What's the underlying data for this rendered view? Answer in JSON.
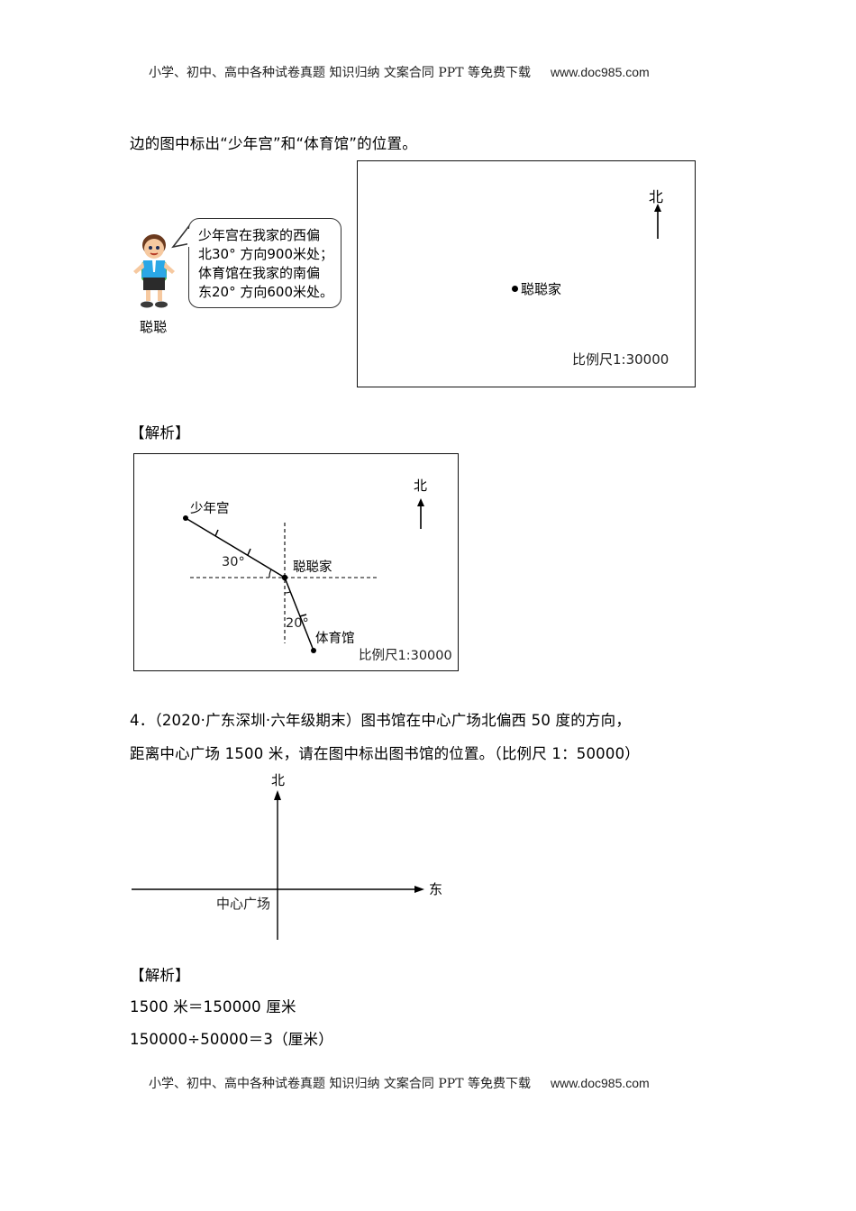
{
  "header": {
    "text": "小学、初中、高中各种试卷真题  知识归纳  文案合同  PPT 等免费下载",
    "url": "www.doc985.com"
  },
  "footer": {
    "text": "小学、初中、高中各种试卷真题  知识归纳  文案合同  PPT 等免费下载",
    "url": "www.doc985.com"
  },
  "question3": {
    "instruction_tail": "边的图中标出“少年宫”和“体育馆”的位置。",
    "character_name": "聪聪",
    "speech_bubble": {
      "line1": "少年宫在我家的西偏",
      "line2": "北30° 方向900米处；",
      "line3": "体育馆在我家的南偏",
      "line4": "东20° 方向600米处。"
    },
    "map": {
      "north_label": "北",
      "home_label": "聪聪家",
      "scale_label": "比例尺1:30000"
    },
    "analysis_heading": "【解析】",
    "solution_map": {
      "north_label": "北",
      "home_label": "聪聪家",
      "youth_palace_label": "少年宫",
      "stadium_label": "体育馆",
      "angle1_label": "30°",
      "angle2_label": "20°",
      "scale_label": "比例尺1:30000"
    }
  },
  "question4": {
    "line1": "4．（2020·广东深圳·六年级期末）图书馆在中心广场北偏西 50 度的方向，",
    "line2": "距离中心广场 1500 米，请在图中标出图书馆的位置。（比例尺 1：50000）",
    "diagram": {
      "north_label": "北",
      "east_label": "东",
      "center_label": "中心广场"
    },
    "analysis_heading": "【解析】",
    "solution_lines": [
      "1500 米＝150000 厘米",
      "150000÷50000＝3（厘米）"
    ]
  }
}
